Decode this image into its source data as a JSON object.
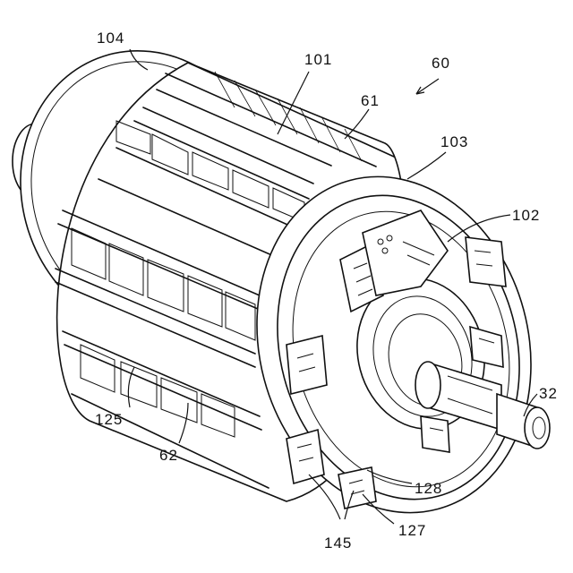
{
  "labels": {
    "l104": "104",
    "l101": "101",
    "l60": "60",
    "l61": "61",
    "l103": "103",
    "l102": "102",
    "l32": "32",
    "l125": "125",
    "l62": "62",
    "l128": "128",
    "l127": "127",
    "l145": "145"
  }
}
